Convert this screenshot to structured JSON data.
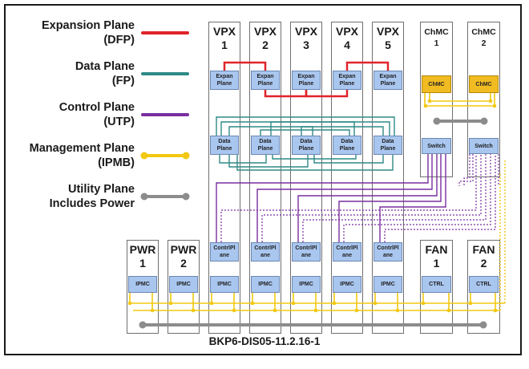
{
  "legend": [
    {
      "line1": "Expansion Plane",
      "line2": "(DFP)",
      "color": "#e0242a",
      "dots": false
    },
    {
      "line1": "Data Plane",
      "line2": "(FP)",
      "color": "#2f8a86",
      "dots": false
    },
    {
      "line1": "Control Plane",
      "line2": "(UTP)",
      "color": "#7a2ea0",
      "dots": false
    },
    {
      "line1": "Management Plane",
      "line2": "(IPMB)",
      "color": "#f2c811",
      "dots": true
    },
    {
      "line1": "Utility Plane",
      "line2": "Includes Power",
      "color": "#8c8c8c",
      "dots": true
    }
  ],
  "vpx_slots": [
    {
      "name": "VPX",
      "num": "1",
      "expansion": "Expan\nPlane",
      "data": "Data\nPlane",
      "control": "ContrlPl\nane",
      "ipmc": "IPMC"
    },
    {
      "name": "VPX",
      "num": "2",
      "expansion": "Expan\nPlane",
      "data": "Data\nPlane",
      "control": "ContrlPl\nane",
      "ipmc": "IPMC"
    },
    {
      "name": "VPX",
      "num": "3",
      "expansion": "Expan\nPlane",
      "data": "Data\nPlane",
      "control": "ContrlPl\nane",
      "ipmc": "IPMC"
    },
    {
      "name": "VPX",
      "num": "4",
      "expansion": "Expan\nPlane",
      "data": "Data\nPlane",
      "control": "ContrlPl\nane",
      "ipmc": "IPMC"
    },
    {
      "name": "VPX",
      "num": "5",
      "expansion": "Expan\nPlane",
      "data": "Data\nPlane",
      "control": "ContrlPl\nane",
      "ipmc": "IPMC"
    }
  ],
  "chmc_slots": [
    {
      "name": "ChMC",
      "num": "1",
      "chmc": "ChMC",
      "switch": "Switch"
    },
    {
      "name": "ChMC",
      "num": "2",
      "chmc": "ChMC",
      "switch": "Switch"
    }
  ],
  "pwr_slots": [
    {
      "name": "PWR",
      "num": "1",
      "ipmc": "IPMC"
    },
    {
      "name": "PWR",
      "num": "2",
      "ipmc": "IPMC"
    }
  ],
  "fan_slots": [
    {
      "name": "FAN",
      "num": "1",
      "ctrl": "CTRL"
    },
    {
      "name": "FAN",
      "num": "2",
      "ctrl": "CTRL"
    }
  ],
  "footer": "BKP6-DIS05-11.2.16-1",
  "colors": {
    "block_fill": "#a9c6ef",
    "chmc_fill": "#f1bb22"
  }
}
